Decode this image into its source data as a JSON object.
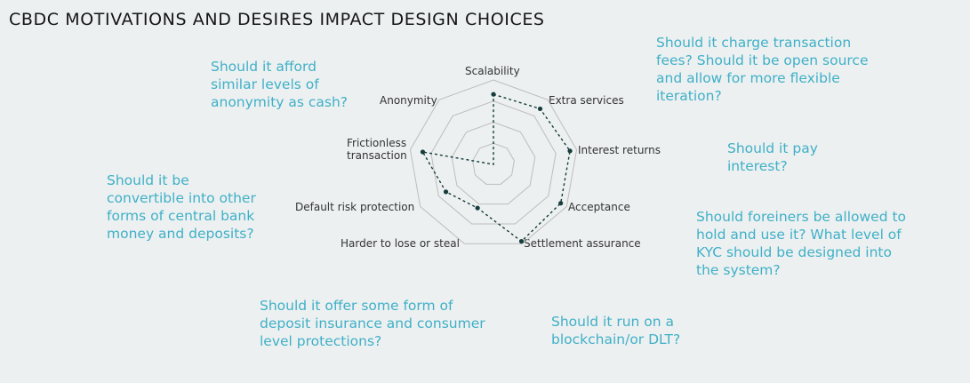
{
  "title": "CBDC MOTIVATIONS AND DESIRES IMPACT DESIGN CHOICES",
  "colors": {
    "question": "#3fb0c8",
    "web": "#bdbdbd",
    "profile": "#163c3c",
    "background": "#edf0f0"
  },
  "radar": {
    "axes": [
      "Scalability",
      "Extra services",
      "Interest returns",
      "Acceptance",
      "Settlement assurance",
      "Harder to lose or steal",
      "Default risk protection",
      "Frictionless transaction",
      "Anonymity"
    ],
    "frictionless_line1": "Frictionless",
    "frictionless_line2": "transaction",
    "values": [
      0.83,
      0.86,
      0.92,
      0.92,
      0.97,
      0.55,
      0.65,
      0.85,
      0.0
    ],
    "rings": 4
  },
  "questions": {
    "anonymity": "Should it afford similar levels of anonymity as cash?",
    "fees": "Should it charge transaction fees? Should it be open source and allow for more flexible iteration?",
    "interest": "Should it pay interest?",
    "convertible": "Should it be convertible into other forms of central bank money and deposits?",
    "foreigners": "Should foreiners be allowed to hold and use it? What level of KYC should be designed into the system?",
    "insurance": "Should it offer some form of deposit insurance and consumer level protections?",
    "blockchain": "Should it run on a blockchain/or DLT?"
  }
}
